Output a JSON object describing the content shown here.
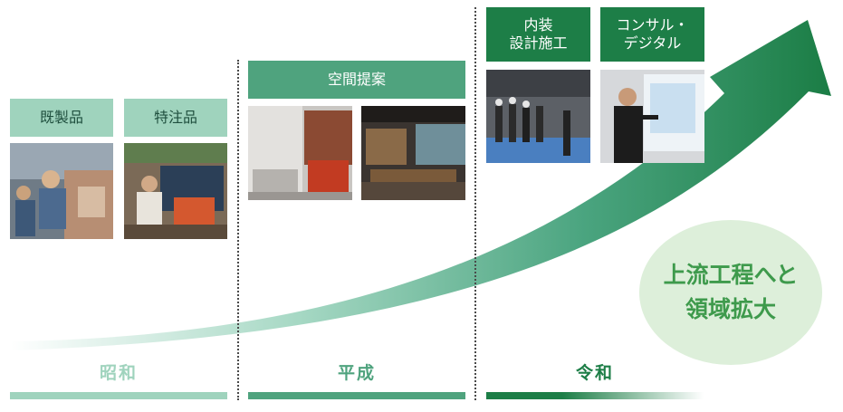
{
  "eras": [
    {
      "label": "昭和",
      "color": "#9fd3bd"
    },
    {
      "label": "平成",
      "color": "#4fa37e"
    },
    {
      "label": "令和",
      "color": "#1d7e47"
    }
  ],
  "categories": {
    "kiseihin": "既製品",
    "tokuchuhin": "特注品",
    "kukan_teian": "空間提案",
    "naisou": "内装\n設計施工",
    "consul": "コンサル・\nデジタル"
  },
  "callout": "上流工程へと\n領域拡大",
  "colors": {
    "light": "#9fd3bd",
    "mid": "#4fa37e",
    "dark": "#1d7e47",
    "bubble_bg": "#ddefda",
    "bubble_text": "#3e9a4c"
  }
}
